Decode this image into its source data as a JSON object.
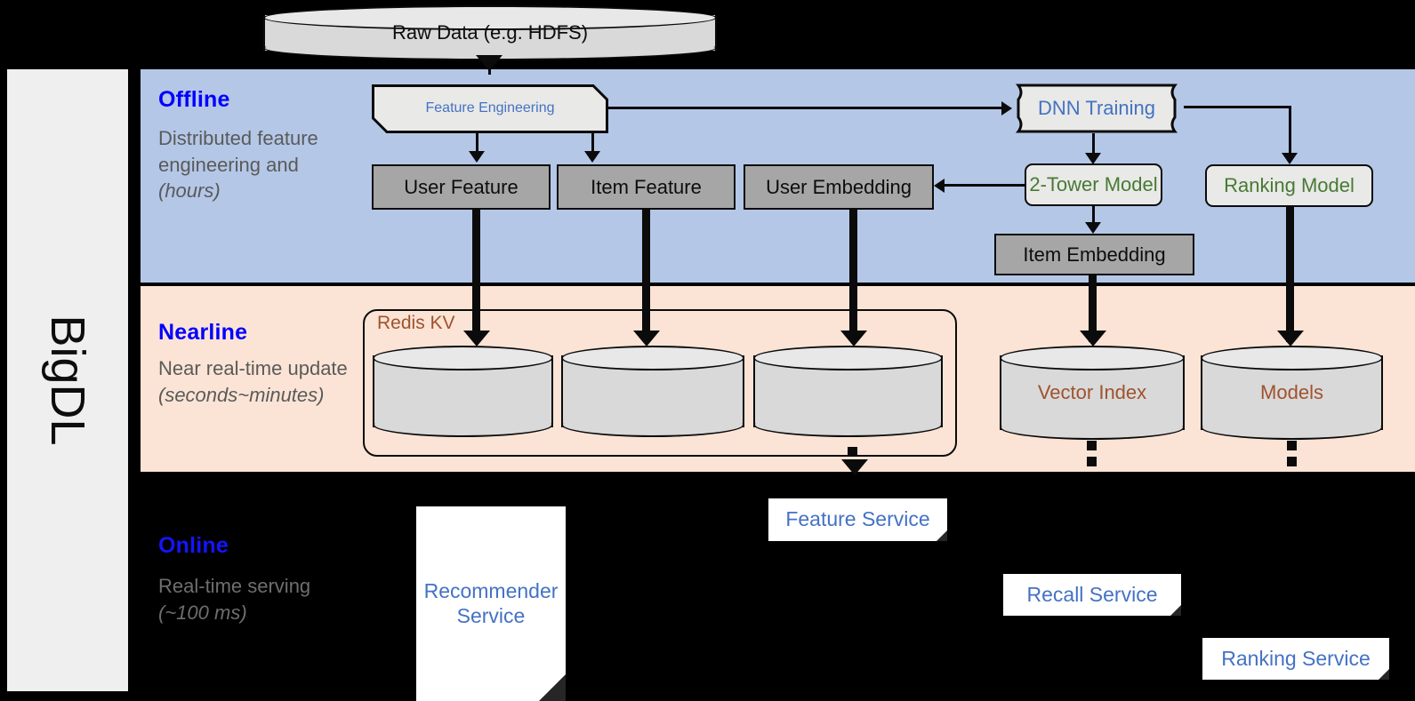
{
  "framework": {
    "name": "BigDL"
  },
  "stages": [
    {
      "id": "offline",
      "title": "Offline",
      "description": "Distributed feature engineering and ",
      "description_italic": "(hours)",
      "band_color": "#b4c7e7",
      "title_color": "#0000ff"
    },
    {
      "id": "nearline",
      "title": "Nearline",
      "description": "Near real-time update ",
      "description_italic": "(seconds~minutes)",
      "band_color": "#fbe4d5",
      "title_color": "#0000ff"
    },
    {
      "id": "online",
      "title": "Online",
      "description": "Real-time serving ",
      "description_italic": "(~100 ms)",
      "band_color": "#000000",
      "title_color": "#1414ff"
    }
  ],
  "source": {
    "label": "Raw Data (e.g. HDFS)",
    "shape": "cylinder"
  },
  "offline": {
    "feature_engineering": {
      "label": "Feature Engineering",
      "color": "#4472c4",
      "shape": "beveled-box"
    },
    "dnn_training": {
      "label": "DNN Training",
      "color": "#4472c4",
      "shape": "subroutine-box"
    },
    "user_feature": {
      "label": "User Feature",
      "color": "#0d0d0d",
      "shape": "data-box"
    },
    "item_feature": {
      "label": "Item Feature",
      "color": "#0d0d0d",
      "shape": "data-box"
    },
    "user_embedding": {
      "label": "User Embedding",
      "color": "#0d0d0d",
      "shape": "data-box"
    },
    "item_embedding": {
      "label": "Item Embedding",
      "color": "#0d0d0d",
      "shape": "data-box"
    },
    "two_tower_model": {
      "label": "2-Tower Model",
      "color": "#477a34",
      "shape": "rounded-box"
    },
    "ranking_model": {
      "label": "Ranking Model",
      "color": "#477a34",
      "shape": "rounded-box"
    }
  },
  "nearline": {
    "redis_kv": {
      "label": "Redis KV",
      "color": "#a0522d"
    },
    "stores": [
      {
        "label": ""
      },
      {
        "label": ""
      },
      {
        "label": ""
      }
    ],
    "vector_index": {
      "label": "Vector Index",
      "color": "#a0522d",
      "shape": "cylinder"
    },
    "models": {
      "label": "Models",
      "color": "#a0522d",
      "shape": "cylinder"
    }
  },
  "online": {
    "recommender_service": {
      "line1": "Recommender",
      "line2": "Service",
      "color": "#4472c4",
      "shape": "document"
    },
    "feature_service": {
      "label": "Feature Service",
      "color": "#4472c4",
      "shape": "document"
    },
    "recall_service": {
      "label": "Recall Service",
      "color": "#4472c4",
      "shape": "document"
    },
    "ranking_service": {
      "label": "Ranking Service",
      "color": "#4472c4",
      "shape": "document"
    }
  }
}
